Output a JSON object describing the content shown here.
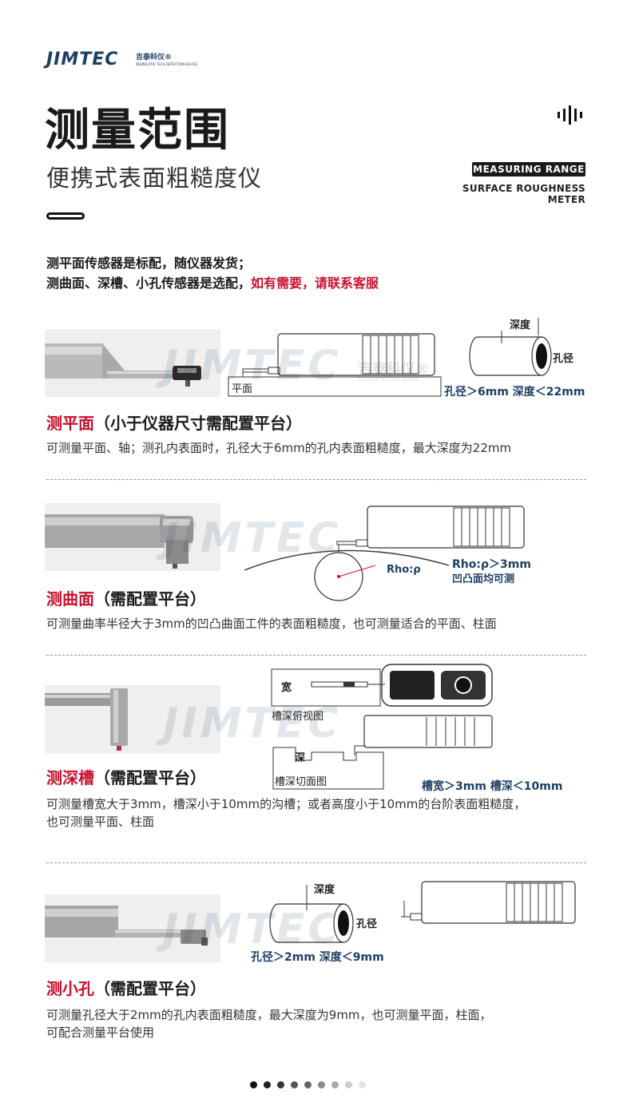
{
  "header": {
    "logo_text": "JIMTEC",
    "logo_cn": "吉泰科仪®",
    "logo_en": "BEIJING JITAI TECH DETECTION DEVICE",
    "title": "测量范围",
    "subtitle": "便携式表面粗糙度仪",
    "badge": "MEASURING RANGE",
    "badge_sub": "SURFACE ROUGHNESS METER"
  },
  "intro": {
    "line1": "测平面传感器是标配，随仪器发货；",
    "line2_black": "测曲面、深槽、小孔传感器是选配，",
    "line2_red": "如有需要，请联系客服"
  },
  "watermark": {
    "text": "JIMTEC",
    "cn": "吉泰科仪®",
    "en": "TECH DETECTION DEVICE"
  },
  "sections": [
    {
      "title_red": "测平面",
      "title_black": "（小于仪器尺寸需配置平台）",
      "desc": "可测量平面、轴；测孔内表面时，孔径大于6mm的孔内表面粗糙度，最大深度为22mm",
      "labels": {
        "surface": "平面",
        "depth": "深度",
        "hole": "孔径",
        "spec": "孔径＞6mm 深度＜22mm"
      }
    },
    {
      "title_red": "测曲面",
      "title_black": "（需配置平台）",
      "desc": "可测量曲率半径大于3mm的凹凸曲面工件的表面粗糙度，也可测量适合的平面、柱面",
      "labels": {
        "rho": "Rho:ρ",
        "spec1": "Rho:ρ＞3mm",
        "spec2": "凹凸面均可测"
      }
    },
    {
      "title_red": "测深槽",
      "title_black": "（需配置平台）",
      "desc1": "可测量槽宽大于3mm，槽深小于10mm的沟槽；或者高度小于10mm的台阶表面粗糙度，",
      "desc2": "也可测量平面、柱面",
      "labels": {
        "width": "宽",
        "top_view": "槽深俯视图",
        "deep": "深",
        "section_view": "槽深切面图",
        "spec": "槽宽＞3mm 槽深＜10mm"
      }
    },
    {
      "title_red": "测小孔",
      "title_black": "（需配置平台）",
      "desc1": "可测量孔径大于2mm的孔内表面粗糙度，最大深度为9mm，也可测量平面，柱面，",
      "desc2": "可配合测量平台使用",
      "labels": {
        "depth": "深度",
        "hole": "孔径",
        "spec": "孔径＞2mm 深度＜9mm"
      }
    }
  ],
  "pagination": {
    "count": 9,
    "colors": [
      "#111111",
      "#222222",
      "#333333",
      "#555555",
      "#666666",
      "#888888",
      "#aaaaaa",
      "#cccccc",
      "#e2e2e2"
    ]
  }
}
